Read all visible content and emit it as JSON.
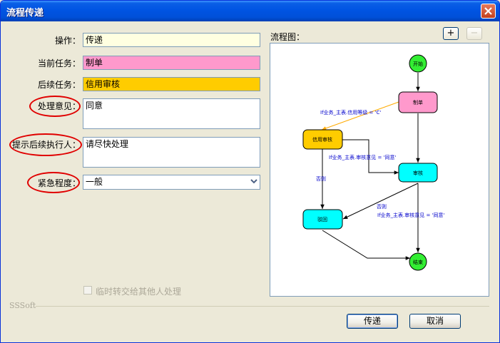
{
  "window": {
    "title": "流程传递"
  },
  "form": {
    "operation": {
      "label": "操作：",
      "value": "传递",
      "bg": "#ffffe1"
    },
    "current_task": {
      "label": "当前任务：",
      "value": "制单",
      "bg": "#ff99cc"
    },
    "next_task": {
      "label": "后续任务：",
      "value": "信用审核",
      "bg": "#ffcc00"
    },
    "opinion": {
      "label": "处理意见：",
      "value": "同意"
    },
    "reminder": {
      "label": "提示后续执行人：",
      "value": "请尽快处理"
    },
    "urgency": {
      "label": "紧急程度：",
      "value": "一般"
    },
    "transfer_checkbox": {
      "label": "临时转交给其他人处理",
      "checked": false,
      "enabled": false
    }
  },
  "brand": "SSSoft",
  "flowchart": {
    "label": "流程图：",
    "zoom_in": "+",
    "zoom_out": "−",
    "nodes": [
      {
        "id": "start",
        "text": "开始",
        "shape": "circle",
        "color": "#33ee33"
      },
      {
        "id": "make",
        "text": "制单",
        "shape": "rect",
        "color": "#ff99cc"
      },
      {
        "id": "credit",
        "text": "信用审核",
        "shape": "rect",
        "color": "#ffcc00"
      },
      {
        "id": "review",
        "text": "审核",
        "shape": "rect",
        "color": "#00ffff"
      },
      {
        "id": "reject",
        "text": "驳回",
        "shape": "rect",
        "color": "#00ffff"
      },
      {
        "id": "end",
        "text": "结束",
        "shape": "circle",
        "color": "#33ee33"
      }
    ],
    "edge_labels": [
      "If业务_主表.信用等级 = 'C'",
      "If业务_主表.审核意见 = '同意'",
      "否则",
      "否则",
      "If业务_主表.审核意见 = '同意'"
    ]
  },
  "buttons": {
    "ok": "传递",
    "cancel": "取消"
  }
}
